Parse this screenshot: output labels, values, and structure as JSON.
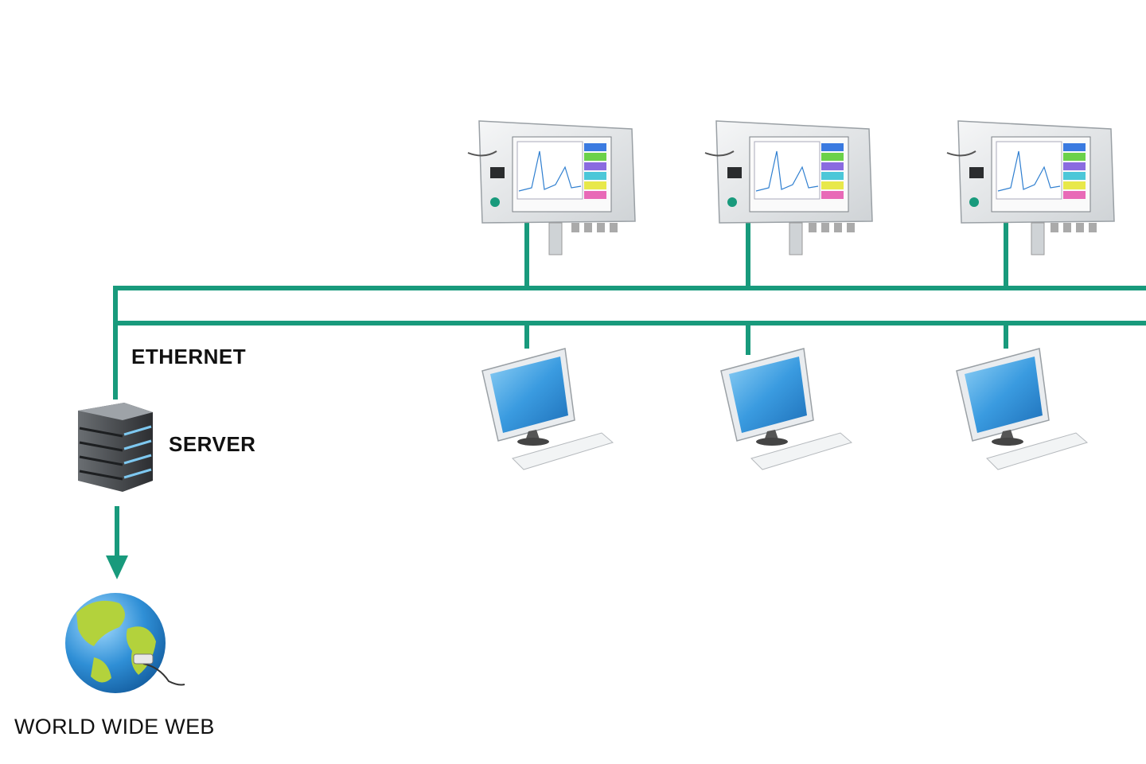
{
  "labels": {
    "network": "ETHERNET",
    "server": "SERVER",
    "internet": "WORLD WIDE WEB"
  },
  "colors": {
    "line": "#189a7c",
    "screen": "#3fa3e6",
    "device_body": "#e6e8ea",
    "server_body": "#4a4d51",
    "globe_ocean": "#2f8fd6",
    "globe_land": "#b3d23c"
  },
  "devices": [
    {
      "type": "data-logger",
      "count": 3
    },
    {
      "type": "desktop-computer",
      "count": 3
    },
    {
      "type": "server",
      "count": 1
    },
    {
      "type": "globe",
      "count": 1
    }
  ]
}
